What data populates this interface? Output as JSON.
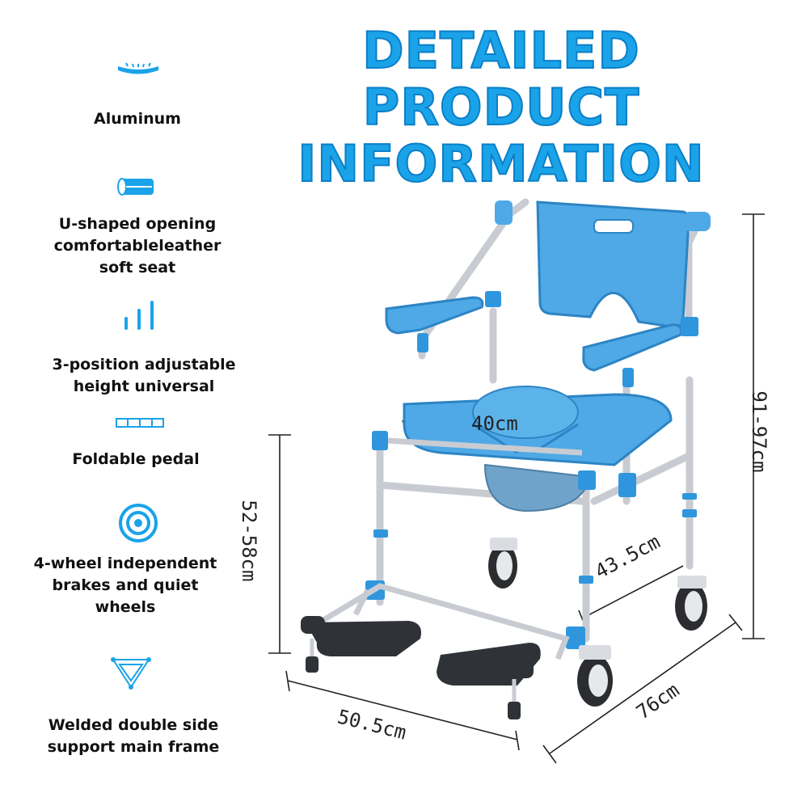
{
  "header": {
    "title_line1": "DETAILED PRODUCT",
    "title_line2": "INFORMATION"
  },
  "features": [
    {
      "icon": "curved-bar-icon",
      "label": "Aluminum"
    },
    {
      "icon": "cushion-roll-icon",
      "label": "U-shaped opening\ncomfortableleather\nsoft seat"
    },
    {
      "icon": "height-bars-icon",
      "label": "3-position adjustable\nheight universal"
    },
    {
      "icon": "pedal-icon",
      "label": "Foldable pedal"
    },
    {
      "icon": "wheel-target-icon",
      "label": "4-wheel independent\nbrakes and quiet\nwheels"
    },
    {
      "icon": "triangle-frame-icon",
      "label": "Welded double side\nsupport main frame"
    }
  ],
  "dimensions": {
    "seat_width": "40cm",
    "seat_height": "52-58cm",
    "total_height": "91-97cm",
    "seat_depth": "43.5cm",
    "base_width": "50.5cm",
    "base_length": "76cm"
  },
  "colors": {
    "accent": "#1aa3e8",
    "accent_dark": "#0b7fc7",
    "seat_blue": "#4ea9e6",
    "frame_silver": "#c8ccd2",
    "pedal_dark": "#2f3338"
  }
}
